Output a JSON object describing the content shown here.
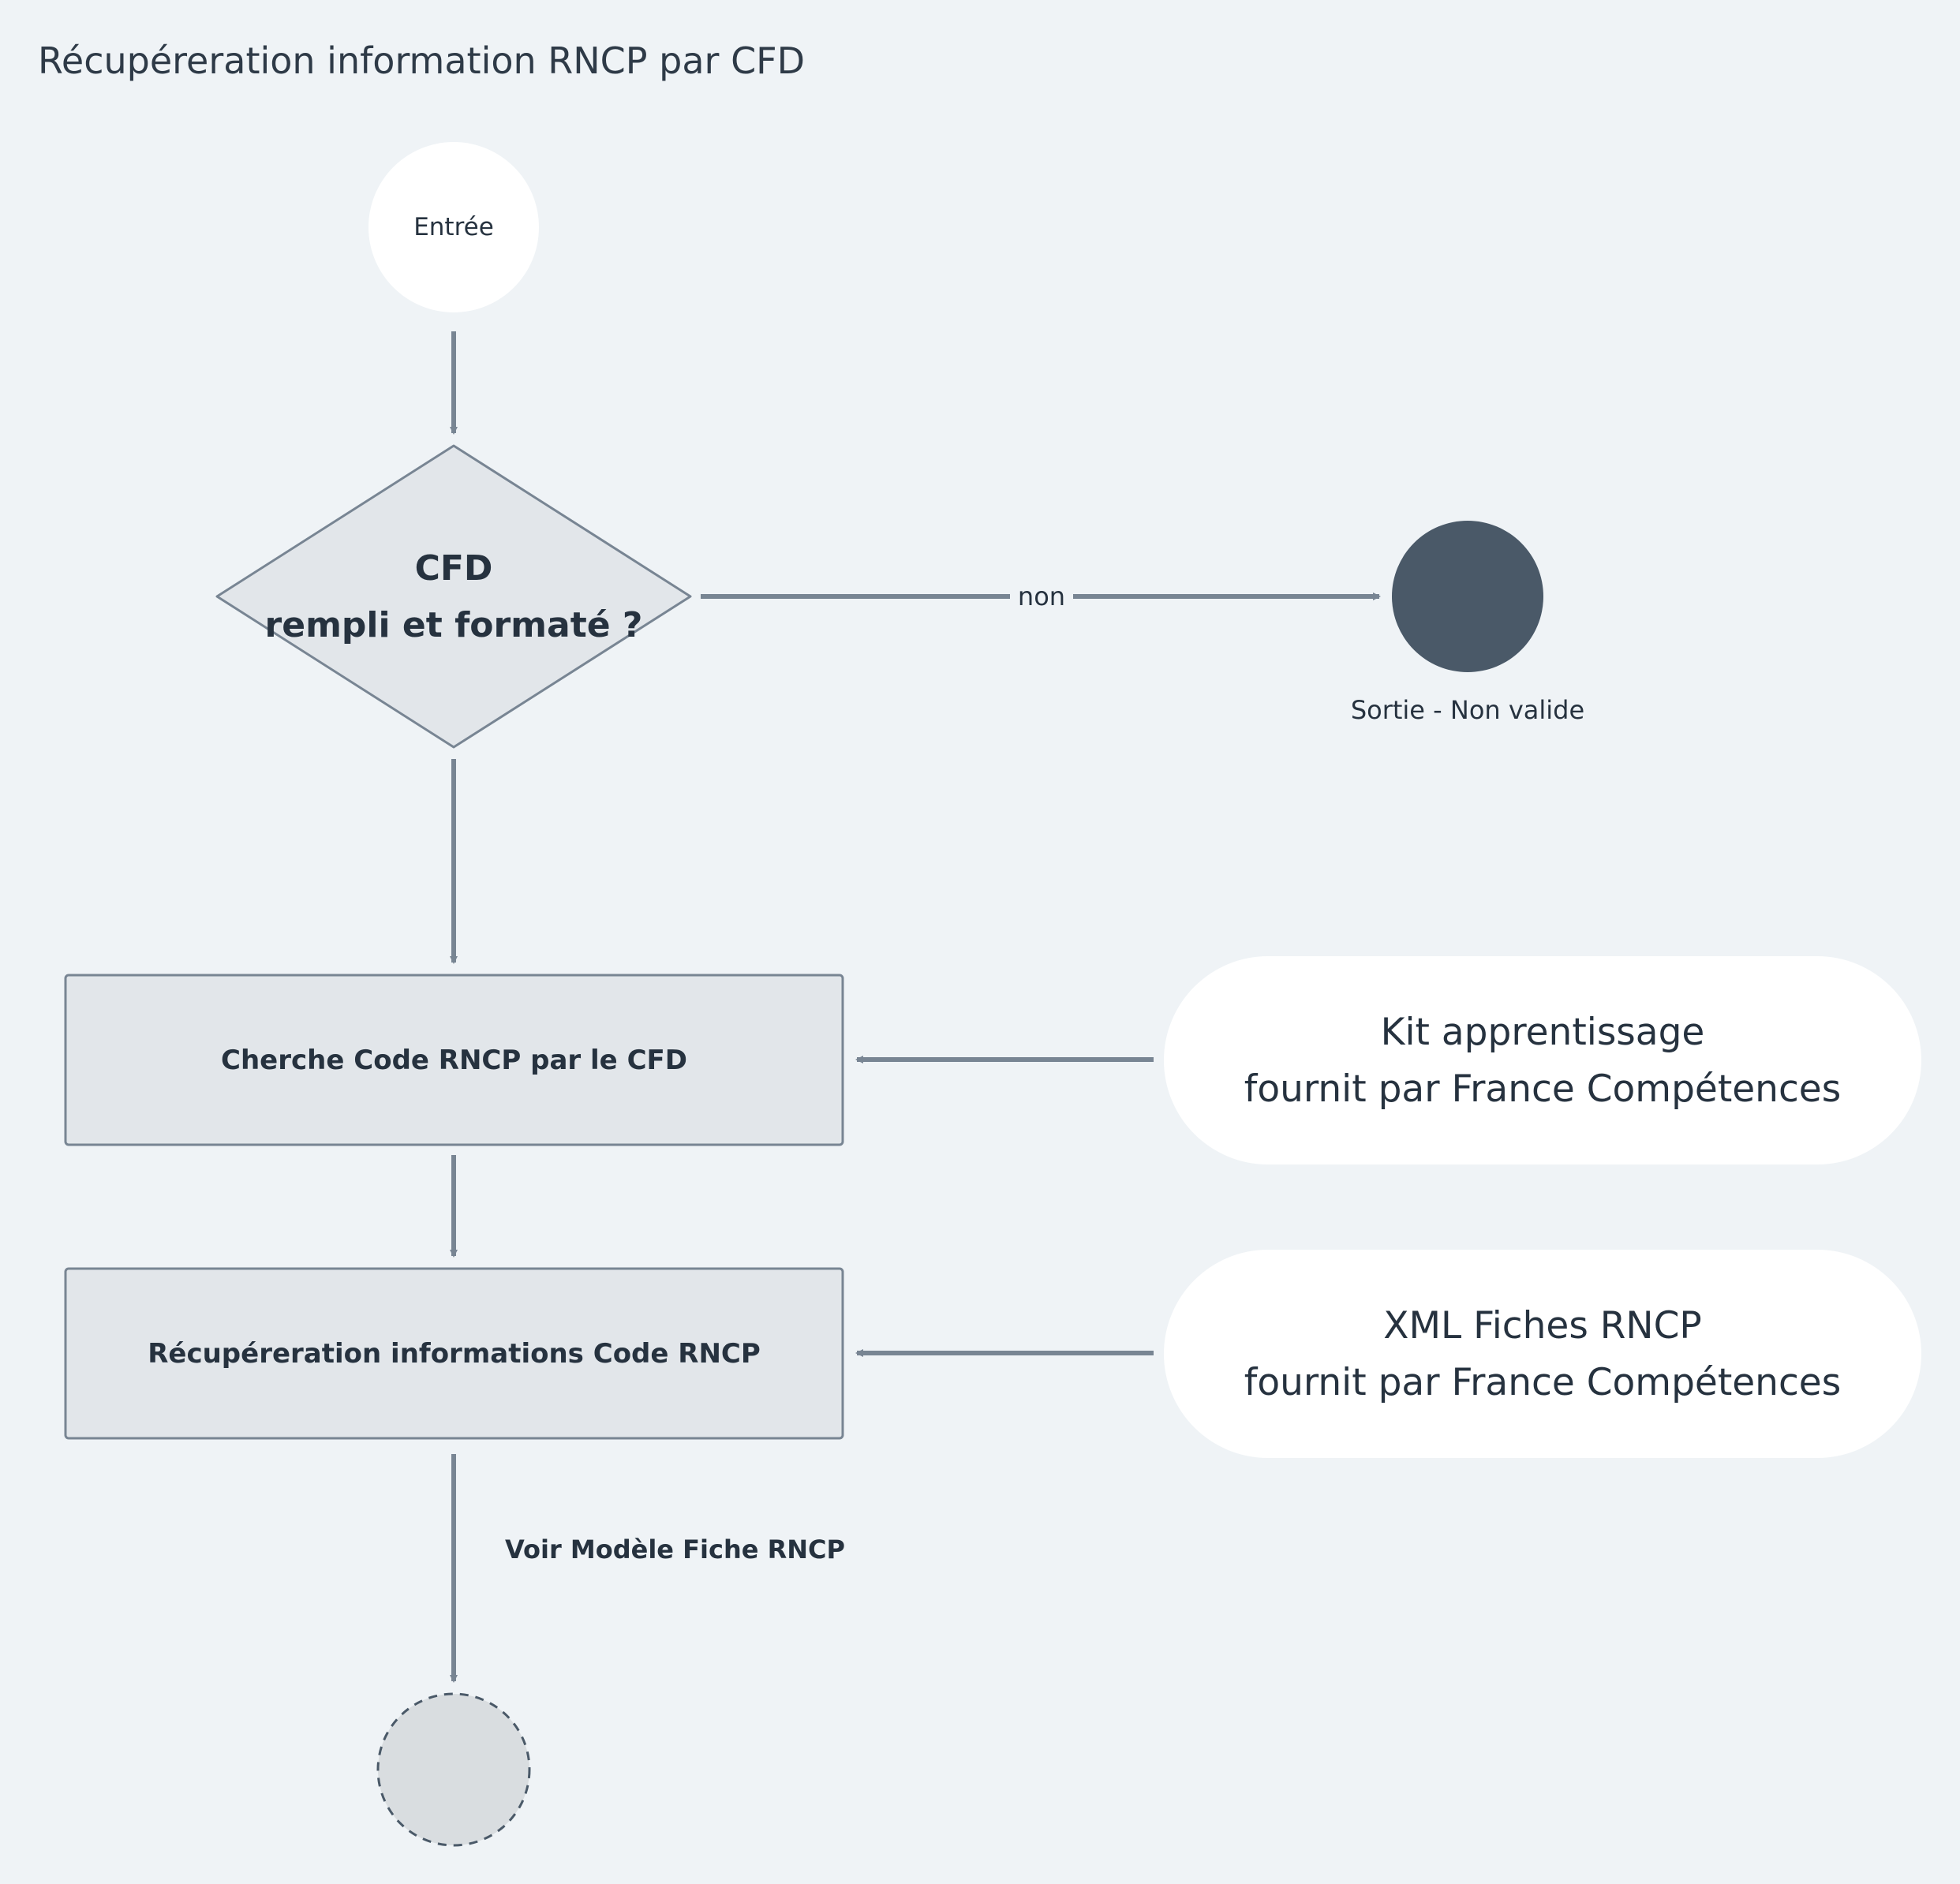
{
  "title": "Récupéreration information RNCP par CFD",
  "nodes": {
    "start": "Entrée",
    "decision_line1": "CFD",
    "decision_line2": "rempli et formaté ?",
    "exit_label": "Sortie - Non valide",
    "process1": "Cherche Code RNCP par le CFD",
    "process2": "Récupéreration informations Code RNCP",
    "source1_line1": "Kit apprentissage",
    "source1_line2": "fournit par France Compétences",
    "source2_line1": "XML Fiches RNCP",
    "source2_line2": "fournit par France Compétences"
  },
  "edges": {
    "no_label": "non",
    "output_label": "Voir Modèle Fiche RNCP"
  },
  "colors": {
    "background": "#eff3f6",
    "edge": "#788593",
    "shape_fill": "#e2e6ea",
    "shape_stroke": "#788593",
    "exit_fill": "#4a5968",
    "end_fill": "#d9dde0",
    "text": "#26323f"
  }
}
